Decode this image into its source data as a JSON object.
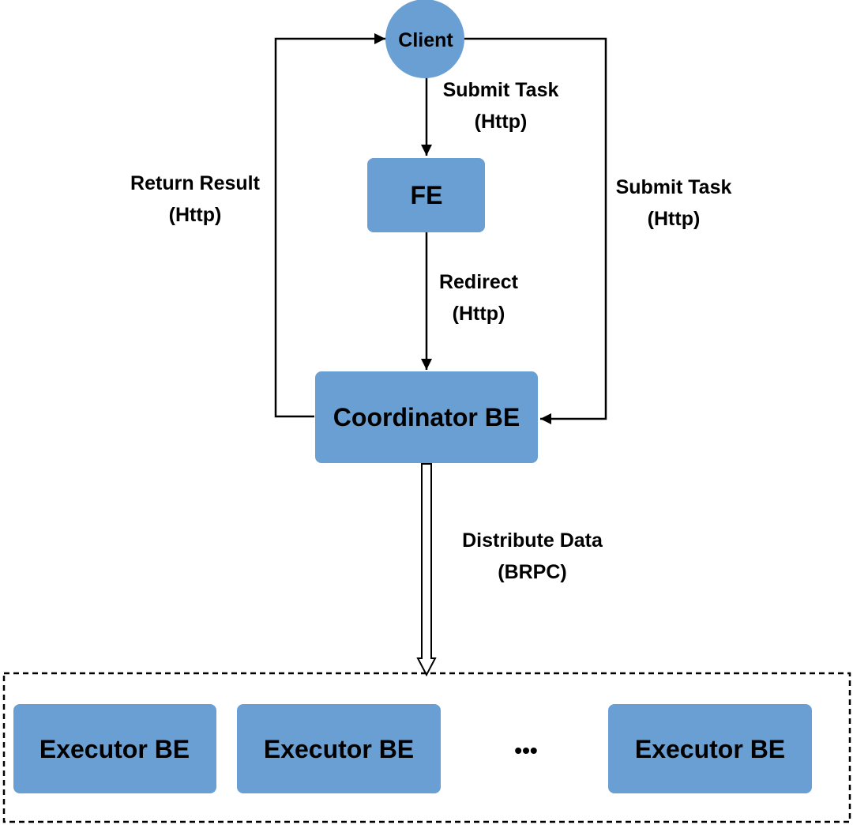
{
  "colors": {
    "node_fill": "#6a9fd4",
    "line": "#000000",
    "background": "#ffffff"
  },
  "nodes": {
    "client": "Client",
    "fe": "FE",
    "coordinator": "Coordinator BE",
    "executor_1": "Executor BE",
    "executor_2": "Executor BE",
    "ellipsis": "•••",
    "executor_3": "Executor BE"
  },
  "edges": {
    "client_to_fe": {
      "line1": "Submit Task",
      "line2": "(Http)"
    },
    "fe_to_coordinator": {
      "line1": "Redirect",
      "line2": "(Http)"
    },
    "client_to_coordinator": {
      "line1": "Submit Task",
      "line2": "(Http)"
    },
    "coordinator_to_client": {
      "line1": "Return Result",
      "line2": "(Http)"
    },
    "coordinator_to_executors": {
      "line1": "Distribute Data",
      "line2": "(BRPC)"
    }
  }
}
